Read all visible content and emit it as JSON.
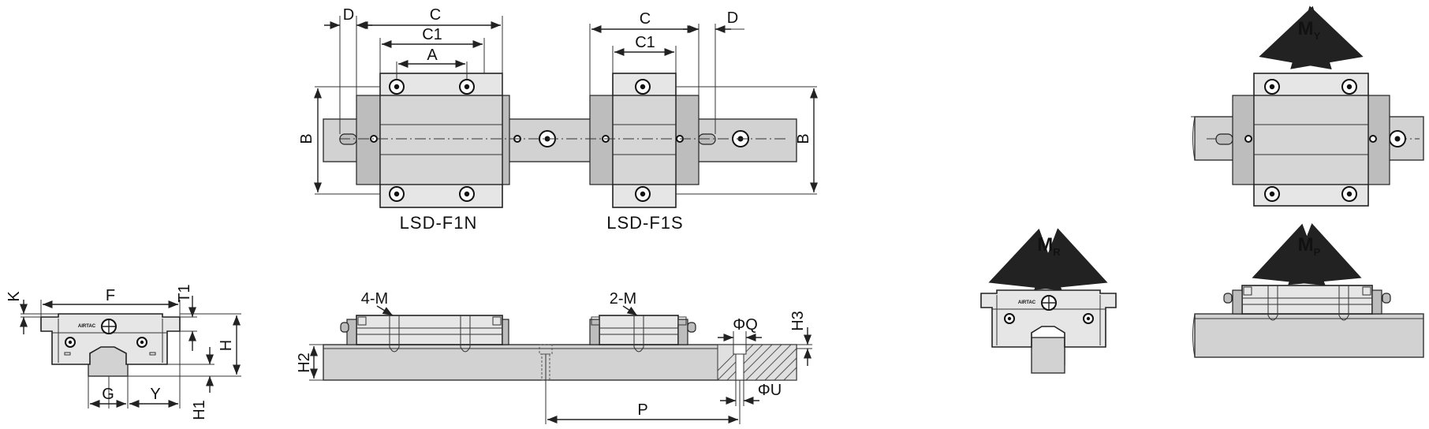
{
  "labels": {
    "top_left_D": "D",
    "top_left_C": "C",
    "top_left_C1": "C1",
    "top_left_A": "A",
    "top_left_B": "B",
    "top_right_C": "C",
    "top_right_D": "D",
    "top_right_C1": "C1",
    "top_right_B": "B",
    "caption_f1n": "LSD-F1N",
    "caption_f1s": "LSD-F1S",
    "end_K": "K",
    "end_F": "F",
    "end_T1": "T1",
    "end_H": "H",
    "end_H1": "H1",
    "end_G": "G",
    "end_Y": "Y",
    "side_4M": "4-M",
    "side_2M": "2-M",
    "side_H2": "H2",
    "side_H3": "H3",
    "side_Q": "ΦQ",
    "side_U": "ΦU",
    "side_P": "P",
    "moment_Y_main": "M",
    "moment_Y_sub": "Y",
    "moment_R_main": "M",
    "moment_R_sub": "R",
    "moment_P_main": "M",
    "moment_P_sub": "P",
    "logo_text": "AIRTAC"
  }
}
